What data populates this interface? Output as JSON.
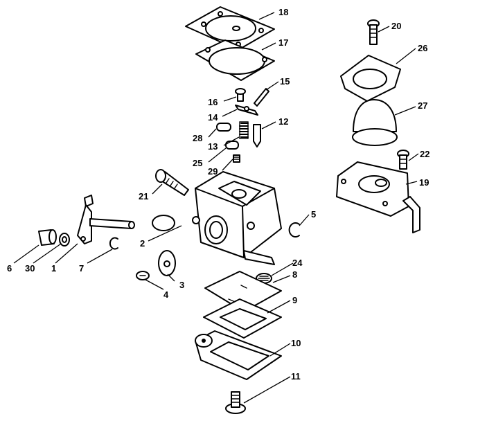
{
  "callouts": {
    "c1": "1",
    "c2": "2",
    "c3": "3",
    "c4": "4",
    "c5": "5",
    "c6": "6",
    "c7": "7",
    "c8": "8",
    "c9": "9",
    "c10": "10",
    "c11": "11",
    "c12": "12",
    "c13": "13",
    "c14": "14",
    "c15": "15",
    "c16": "16",
    "c17": "17",
    "c18": "18",
    "c19": "19",
    "c20": "20",
    "c21": "21",
    "c22": "22",
    "c24": "24",
    "c25": "25",
    "c26": "26",
    "c27": "27",
    "c28": "28",
    "c29": "29",
    "c30": "30"
  }
}
